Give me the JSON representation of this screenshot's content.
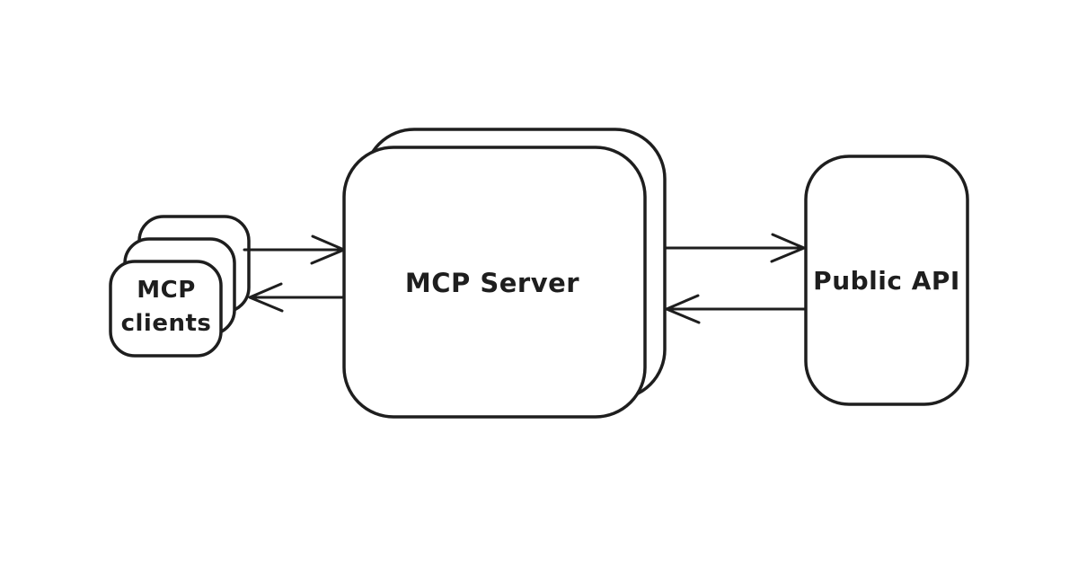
{
  "diagram": {
    "background_color": "#ffffff",
    "stroke_color": "#1e1e1e",
    "nodes": [
      {
        "id": "mcp-clients",
        "label": "MCP clients",
        "label_lines": [
          "MCP",
          "clients"
        ],
        "shape": "rounded-rectangle",
        "stack_count": 3
      },
      {
        "id": "mcp-server",
        "label": "MCP Server",
        "shape": "rounded-rectangle",
        "stack_count": 2
      },
      {
        "id": "public-api",
        "label": "Public API",
        "shape": "rounded-rectangle",
        "stack_count": 1
      }
    ],
    "edges": [
      {
        "from": "mcp-clients",
        "to": "mcp-server",
        "arrowhead": "open",
        "direction": "right"
      },
      {
        "from": "mcp-server",
        "to": "mcp-clients",
        "arrowhead": "open",
        "direction": "left"
      },
      {
        "from": "mcp-server",
        "to": "public-api",
        "arrowhead": "open",
        "direction": "right"
      },
      {
        "from": "public-api",
        "to": "mcp-server",
        "arrowhead": "open",
        "direction": "left"
      }
    ]
  }
}
